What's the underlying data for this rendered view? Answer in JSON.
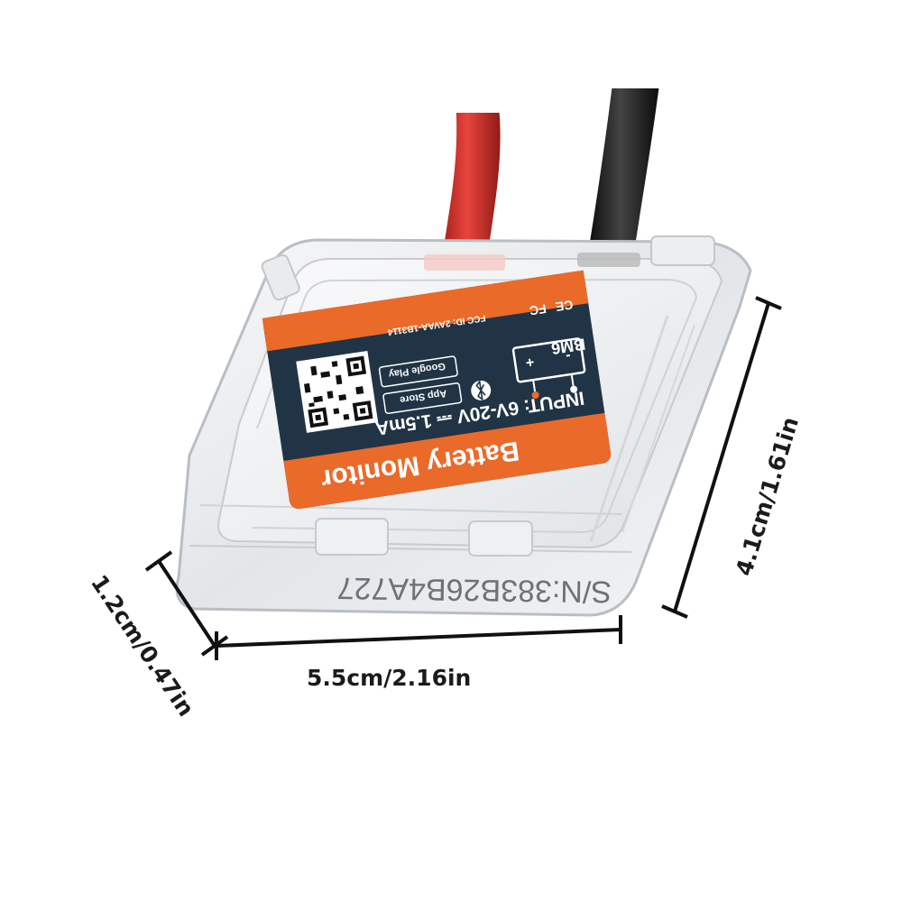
{
  "product": {
    "label_title": "Battery Monitor",
    "model": "BM6",
    "input_rating": "INPUT: 6V-20V ⎓ 1.5mA",
    "fcc_id": "FCC ID: 2AVAA-1B3114",
    "ce_mark": "CE",
    "fcc_mark": "FC",
    "google_play": "Google Play",
    "app_store": "App Store",
    "bluetooth_icon": "bluetooth-icon",
    "serial_number": "S/N:383B26B4A727",
    "terminal_plus": "+",
    "terminal_minus": "-"
  },
  "dimensions": {
    "width": "5.5cm/2.16in",
    "height": "4.1cm/1.61in",
    "depth": "1.2cm/0.47in"
  },
  "colors": {
    "label_orange": "#ea6a2a",
    "label_navy": "#213445",
    "wire_red": "#d8332b",
    "wire_black": "#1a1a1a"
  }
}
